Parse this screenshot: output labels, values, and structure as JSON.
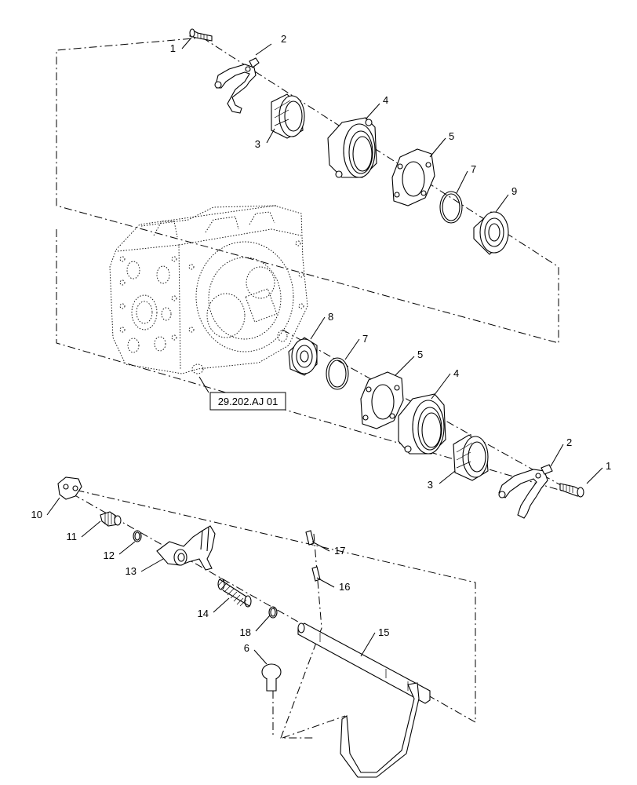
{
  "reference_box": {
    "label": "29.202.AJ 01"
  },
  "callouts": [
    {
      "key": "c1a",
      "label": "1"
    },
    {
      "key": "c2a",
      "label": "2"
    },
    {
      "key": "c3a",
      "label": "3"
    },
    {
      "key": "c4a",
      "label": "4"
    },
    {
      "key": "c5a",
      "label": "5"
    },
    {
      "key": "c7a",
      "label": "7"
    },
    {
      "key": "c9",
      "label": "9"
    },
    {
      "key": "c8",
      "label": "8"
    },
    {
      "key": "c7b",
      "label": "7"
    },
    {
      "key": "c5b",
      "label": "5"
    },
    {
      "key": "c4b",
      "label": "4"
    },
    {
      "key": "c2b",
      "label": "2"
    },
    {
      "key": "c1b",
      "label": "1"
    },
    {
      "key": "c3b",
      "label": "3"
    },
    {
      "key": "c10",
      "label": "10"
    },
    {
      "key": "c11",
      "label": "11"
    },
    {
      "key": "c12",
      "label": "12"
    },
    {
      "key": "c13",
      "label": "13"
    },
    {
      "key": "c14",
      "label": "14"
    },
    {
      "key": "c18",
      "label": "18"
    },
    {
      "key": "c6",
      "label": "6"
    },
    {
      "key": "c17",
      "label": "17"
    },
    {
      "key": "c16",
      "label": "16"
    },
    {
      "key": "c15",
      "label": "15"
    }
  ]
}
